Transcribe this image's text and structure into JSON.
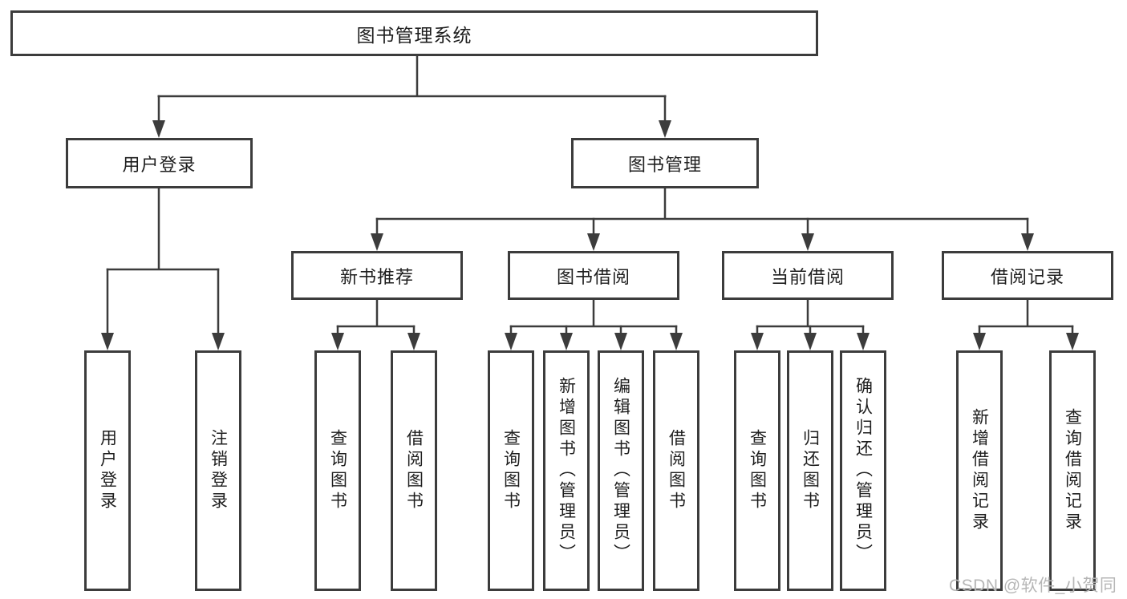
{
  "diagram": {
    "root": "图书管理系统",
    "level2": [
      "用户登录",
      "图书管理"
    ],
    "level3": [
      "新书推荐",
      "图书借阅",
      "当前借阅",
      "借阅记录"
    ],
    "leaves": {
      "user": [
        "用户登录",
        "注销登录"
      ],
      "newbook": [
        "查询图书",
        "借阅图书"
      ],
      "borrow": [
        "查询图书",
        "新增图书（管理员）",
        "编辑图书（管理员）",
        "借阅图书"
      ],
      "current": [
        "查询图书",
        "归还图书",
        "确认归还（管理员）"
      ],
      "records": [
        "新增借阅记录",
        "查询借阅记录"
      ]
    }
  },
  "watermark": "CSDN @软件_小贺同学",
  "colors": {
    "line": "#3c3c3c",
    "text": "#1e1e1e",
    "watermark": "#b6b6b6",
    "background": "#ffffff"
  }
}
